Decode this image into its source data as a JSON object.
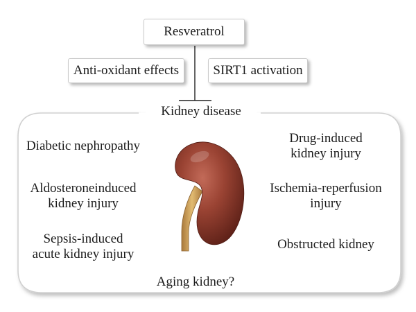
{
  "top": {
    "resveratrol": "Resveratrol",
    "antioxidant": "Anti-oxidant effects",
    "sirt1": "SIRT1 activation"
  },
  "panel": {
    "title": "Kidney disease",
    "left_items": [
      {
        "line1": "Diabetic nephropathy",
        "line2": ""
      },
      {
        "line1": "Aldosteroneinduced",
        "line2": "kidney injury"
      },
      {
        "line1": "Sepsis-induced",
        "line2": "acute kidney injury"
      }
    ],
    "right_items": [
      {
        "line1": "Drug-induced",
        "line2": "kidney injury"
      },
      {
        "line1": "Ischemia-reperfusion",
        "line2": "injury"
      },
      {
        "line1": "Obstructed kidney",
        "line2": ""
      }
    ],
    "bottom_item": "Aging kidney?"
  },
  "colors": {
    "kidney": "#8e3a2e",
    "ureter": "#c99a52",
    "panel_border": "#d0d0d0"
  },
  "icons": {
    "kidney": "kidney-illustration"
  }
}
